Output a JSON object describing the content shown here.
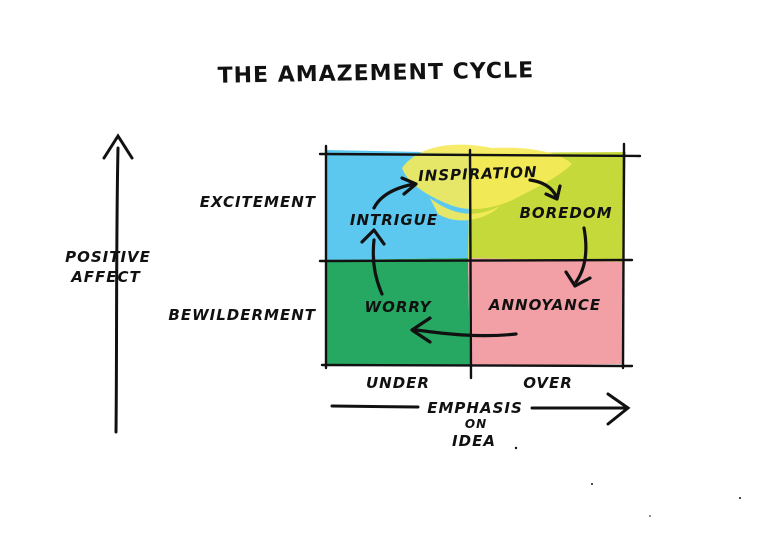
{
  "title": "THE AMAZEMENT CYCLE",
  "y_axis": {
    "label_line1": "POSITIVE",
    "label_line2": "AFFECT",
    "rows": [
      "EXCITEMENT",
      "BEWILDERMENT"
    ]
  },
  "x_axis": {
    "label_line1": "EMPHASIS",
    "label_line2": "ON",
    "label_line3": "IDEA",
    "columns": [
      "UNDER",
      "OVER"
    ]
  },
  "cycle": {
    "inspiration": "INSPIRATION",
    "intrigue": "INTRIGUE",
    "boredom": "BOREDOM",
    "worry": "WORRY",
    "annoyance": "ANNOYANCE"
  },
  "colors": {
    "top_left": "#5cc8f0",
    "top_right": "#c6d93a",
    "bottom_left": "#26a862",
    "bottom_right": "#f2a0a6",
    "highlight": "#f5ea5a",
    "ink": "#111111"
  }
}
